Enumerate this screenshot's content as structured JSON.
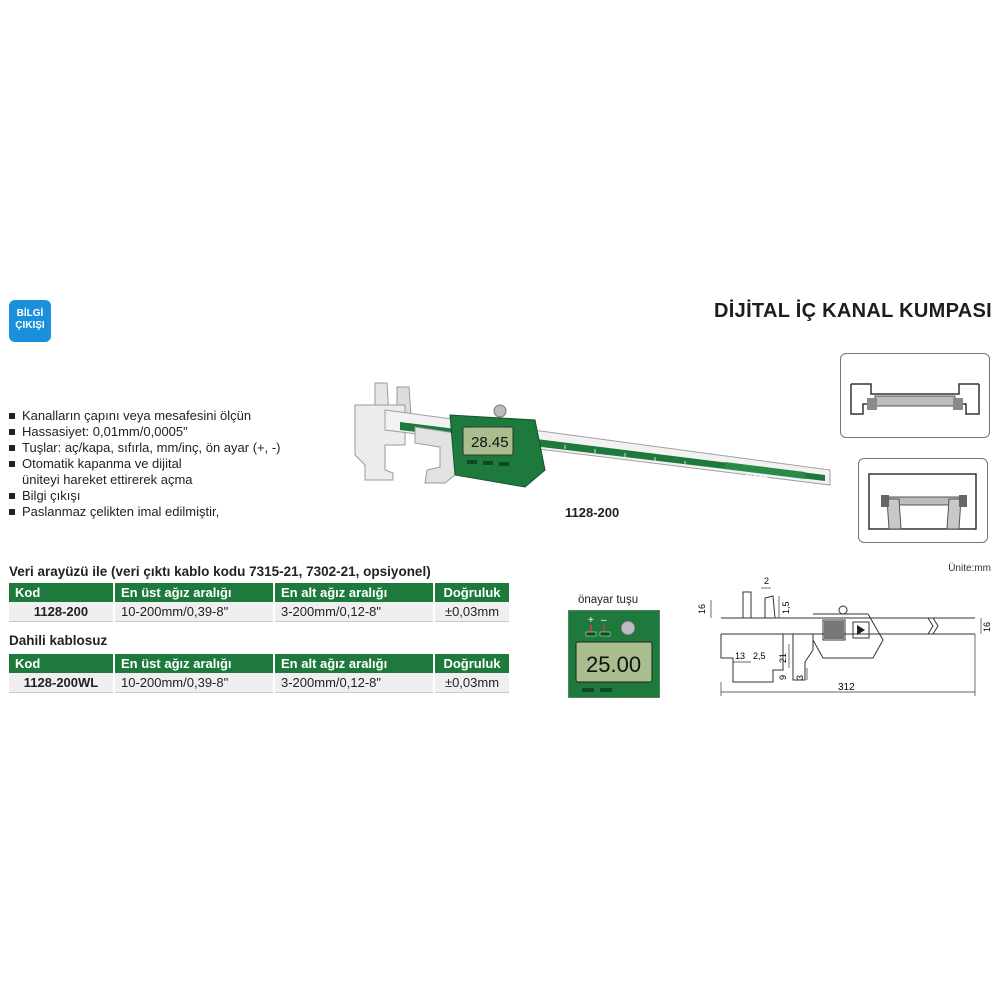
{
  "badge": {
    "line1": "BİLGİ",
    "line2": "ÇIKIŞI"
  },
  "title": "DİJİTAL İÇ KANAL KUMPASI",
  "features": [
    "Kanalların çapını veya mesafesini ölçün",
    "Hassasiyet: 0,01mm/0,0005\"",
    "Tuşlar: aç/kapa, sıfırla, mm/inç, ön ayar (+, -)",
    "Otomatik kapanma ve dijital",
    "üniteyi hareket ettirerek açma",
    "Bilgi çıkışı",
    "Paslanmaz çelikten imal edilmiştir,"
  ],
  "product": {
    "model": "1128-200",
    "display_value": "28.45",
    "brand": "INSIZE"
  },
  "table1": {
    "title": "Veri arayüzü ile (veri çıktı kablo kodu 7315-21, 7302-21, opsiyonel)",
    "headers": [
      "Kod",
      "En üst ağız aralığı",
      "En alt ağız aralığı",
      "Doğruluk"
    ],
    "row": [
      "1128-200",
      "10-200mm/0,39-8\"",
      "3-200mm/0,12-8\"",
      "±0,03mm"
    ]
  },
  "table2": {
    "title": "Dahili kablosuz",
    "headers": [
      "Kod",
      "En üst ağız aralığı",
      "En alt ağız aralığı",
      "Doğruluk"
    ],
    "row": [
      "1128-200WL",
      "10-200mm/0,39-8\"",
      "3-200mm/0,12-8\"",
      "±0,03mm"
    ]
  },
  "unit_note": "Ünite:mm",
  "preset": {
    "label": "önayar tuşu",
    "plus": "+",
    "minus": "–",
    "display_value": "25.00"
  },
  "dimensions": {
    "top_gap": "2",
    "top_depth": "1,5",
    "left_height": "16",
    "right_height": "16",
    "jaw_width": "13",
    "jaw_tip": "2,5",
    "lower_21": "21",
    "lower_9": "9",
    "lower_3": "3",
    "overall_length": "312"
  },
  "colors": {
    "brand_green": "#1e7a3c",
    "badge_blue": "#1a8fdc",
    "lcd": "#a9bd8e"
  }
}
